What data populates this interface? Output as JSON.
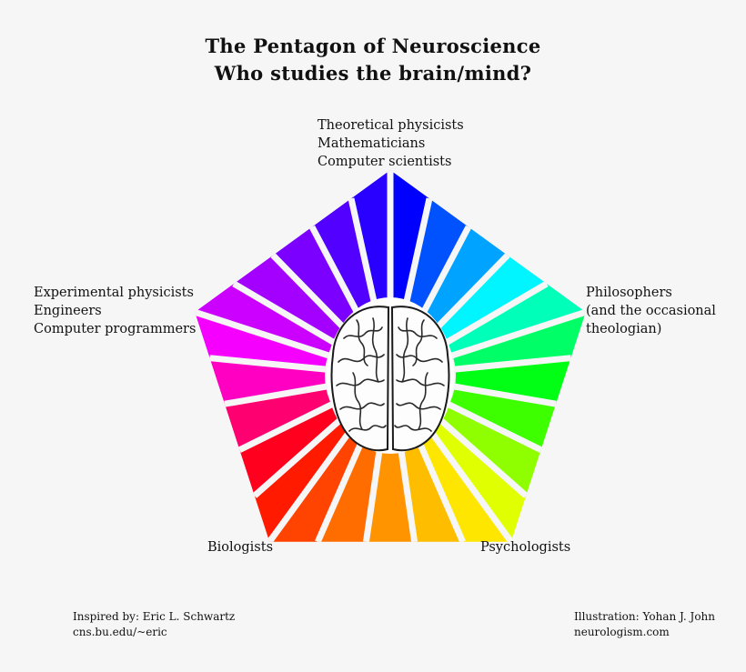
{
  "title": {
    "line1": "The Pentagon of Neuroscience",
    "line2": "Who studies the brain/mind?"
  },
  "vertices": {
    "top": [
      "Theoretical physicists",
      "Mathematicians",
      "Computer scientists"
    ],
    "left": [
      "Experimental physicists",
      "Engineers",
      "Computer programmers"
    ],
    "right": [
      "Philosophers",
      "(and the occasional",
      "theologian)"
    ],
    "bottom_left": [
      "Biologists"
    ],
    "bottom_right": [
      "Psychologists"
    ]
  },
  "credits": {
    "left": [
      "Inspired by: Eric L. Schwartz",
      "cns.bu.edu/~eric"
    ],
    "right": [
      "Illustration: Yohan J. John",
      "neurologism.com"
    ]
  },
  "colors": {
    "background": "#f6f6f6",
    "wedge_spectrum": [
      "#0000ff",
      "#00ffff",
      "#00ff00",
      "#ffff00",
      "#ff8000",
      "#ff0000",
      "#ff00ff",
      "#8000ff"
    ],
    "brain_fill": "#ffffff",
    "brain_stroke": "#1a1a1a"
  },
  "icons": {
    "center": "brain-icon"
  }
}
